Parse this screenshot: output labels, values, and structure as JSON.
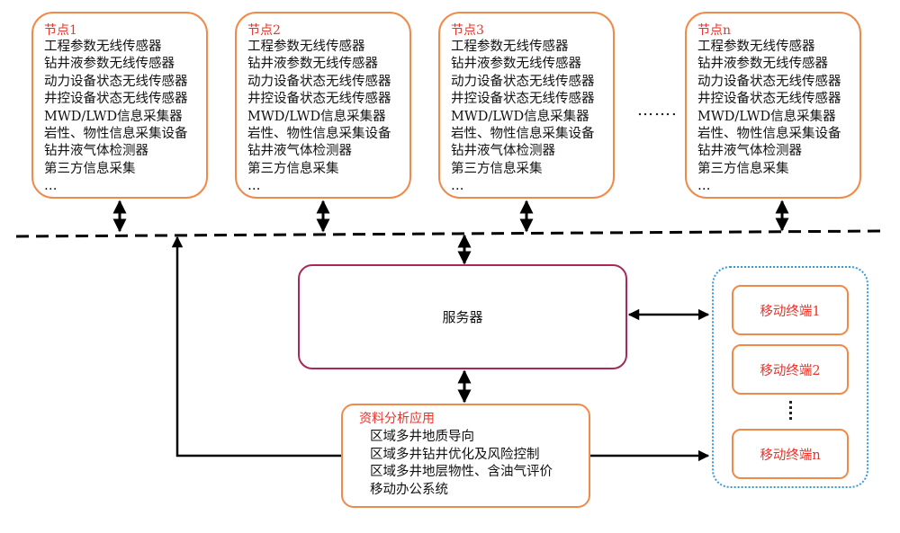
{
  "nodes": [
    {
      "title": "节点1",
      "items": [
        "工程参数无线传感器",
        "钻井液参数无线传感器",
        "动力设备状态无线传感器",
        "井控设备状态无线传感器",
        "MWD/LWD信息采集器",
        "岩性、物性信息采集设备",
        "钻井液气体检测器",
        "第三方信息采集",
        "…"
      ]
    },
    {
      "title": "节点2",
      "items": [
        "工程参数无线传感器",
        "钻井液参数无线传感器",
        "动力设备状态无线传感器",
        "井控设备状态无线传感器",
        "MWD/LWD信息采集器",
        "岩性、物性信息采集设备",
        "钻井液气体检测器",
        "第三方信息采集",
        "…"
      ]
    },
    {
      "title": "节点3",
      "items": [
        "工程参数无线传感器",
        "钻井液参数无线传感器",
        "动力设备状态无线传感器",
        "井控设备状态无线传感器",
        "MWD/LWD信息采集器",
        "岩性、物性信息采集设备",
        "钻井液气体检测器",
        "第三方信息采集",
        "…"
      ]
    },
    {
      "title": "节点n",
      "items": [
        "工程参数无线传感器",
        "钻井液参数无线传感器",
        "动力设备状态无线传感器",
        "井控设备状态无线传感器",
        "MWD/LWD信息采集器",
        "岩性、物性信息采集设备",
        "钻井液气体检测器",
        "第三方信息采集",
        "…"
      ]
    }
  ],
  "nodes_ellipsis": "…….",
  "server": {
    "label": "服务器"
  },
  "apps": {
    "title": "资料分析应用",
    "items": [
      "区域多井地质导向",
      "区域多井钻井优化及风险控制",
      "区域多井地层物性、含油气评价",
      "移动办公系统"
    ]
  },
  "mobile": [
    "移动终端1",
    "移动终端2",
    "移动终端n"
  ],
  "colors": {
    "node_border": "#f08a4b",
    "title_red": "#e8332a",
    "server_border": "#a8285a",
    "group_border": "#3a9ad9"
  }
}
